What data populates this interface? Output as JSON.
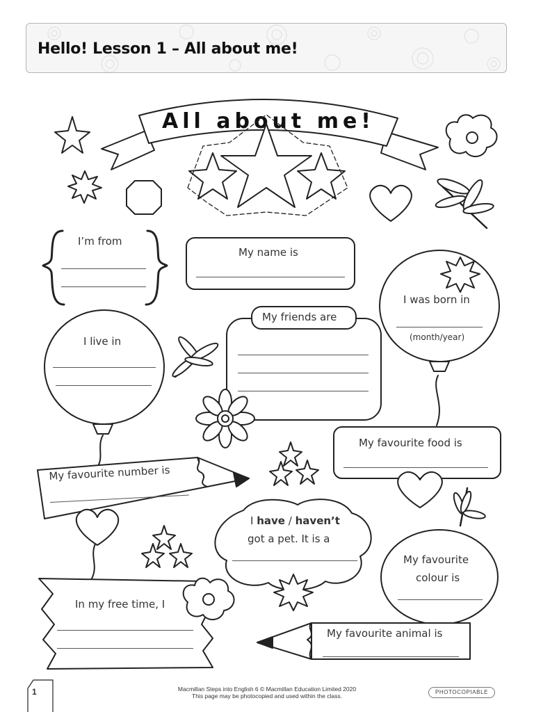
{
  "header": {
    "title": "Hello!  Lesson 1 – All about me!"
  },
  "banner": {
    "title": "All about me!"
  },
  "prompts": {
    "from": "I’m from",
    "name": "My name is",
    "born": "I was born in",
    "born_hint": "(month/year)",
    "live": "I live in",
    "friends": "My friends are",
    "food": "My favourite food is",
    "number": "My favourite number is",
    "pet_i": "I",
    "pet_have": "have",
    "pet_slash": "/",
    "pet_havent": "haven’t",
    "pet_line2": "got a pet. It is a",
    "colour_1": "My favourite",
    "colour_2": "colour is",
    "freetime": "In my free time, I",
    "animal": "My favourite animal is"
  },
  "footer": {
    "page_number": "1",
    "credit_1": "Macmillan Steps into English 6 © Macmillan Education Limited 2020",
    "credit_2": "This page may be photocopied and used within the class.",
    "badge": "PHOTOCOPIABLE"
  }
}
